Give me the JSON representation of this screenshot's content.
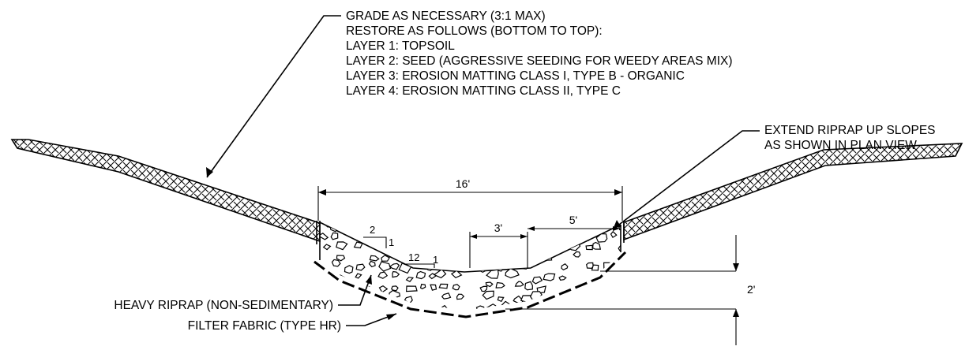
{
  "notes": {
    "grade_lines": [
      "GRADE AS NECESSARY (3:1 MAX)",
      "RESTORE AS FOLLOWS (BOTTOM TO TOP):",
      "LAYER 1: TOPSOIL",
      "LAYER 2: SEED (AGGRESSIVE SEEDING FOR WEEDY AREAS MIX)",
      "LAYER 3: EROSION MATTING CLASS I, TYPE B - ORGANIC",
      "LAYER 4: EROSION MATTING CLASS II, TYPE C"
    ],
    "riprap_lines": [
      "EXTEND RIPRAP UP SLOPES",
      "AS SHOWN IN PLAN VIEW"
    ],
    "heavy_riprap": "HEAVY RIPRAP (NON-SEDIMENTARY)",
    "filter_fabric": "FILTER FABRIC (TYPE HR)"
  },
  "dimensions": {
    "overall_width": "16'",
    "bottom_width": "3'",
    "side_width": "5'",
    "depth": "2'"
  },
  "slopes": {
    "side_run": "2",
    "side_rise": "1",
    "bottom_run": "12",
    "bottom_rise": "1"
  }
}
